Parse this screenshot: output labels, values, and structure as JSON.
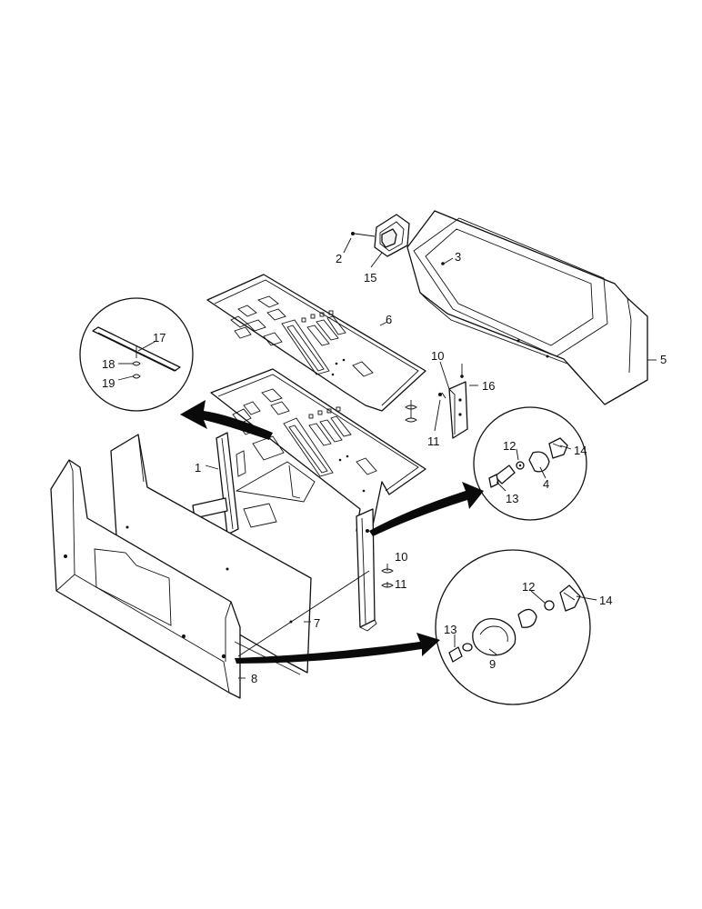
{
  "callouts": [
    {
      "id": "c1",
      "text": "1"
    },
    {
      "id": "c2",
      "text": "2"
    },
    {
      "id": "c3",
      "text": "3"
    },
    {
      "id": "c4",
      "text": "4"
    },
    {
      "id": "c5",
      "text": "5"
    },
    {
      "id": "c6",
      "text": "6"
    },
    {
      "id": "c7",
      "text": "7"
    },
    {
      "id": "c8",
      "text": "8"
    },
    {
      "id": "c9",
      "text": "9"
    },
    {
      "id": "c10a",
      "text": "10"
    },
    {
      "id": "c10b",
      "text": "10"
    },
    {
      "id": "c11a",
      "text": "11"
    },
    {
      "id": "c11b",
      "text": "11"
    },
    {
      "id": "c12a",
      "text": "12"
    },
    {
      "id": "c12b",
      "text": "12"
    },
    {
      "id": "c13a",
      "text": "13"
    },
    {
      "id": "c13b",
      "text": "13"
    },
    {
      "id": "c14a",
      "text": "14"
    },
    {
      "id": "c14b",
      "text": "14"
    },
    {
      "id": "c15",
      "text": "15"
    },
    {
      "id": "c16",
      "text": "16"
    },
    {
      "id": "c17",
      "text": "17"
    },
    {
      "id": "c18",
      "text": "18"
    },
    {
      "id": "c19",
      "text": "19"
    }
  ]
}
